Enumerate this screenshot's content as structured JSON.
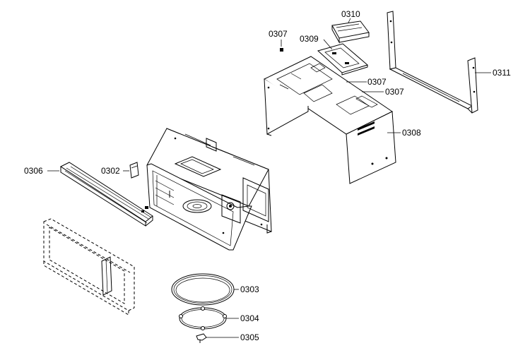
{
  "diagram": {
    "labels": {
      "p0302": "0302",
      "p0303": "0303",
      "p0304": "0304",
      "p0305": "0305",
      "p0306": "0306",
      "p0307a": "0307",
      "p0307b": "0307",
      "p0307c": "0307",
      "p0308": "0308",
      "p0309": "0309",
      "p0310": "0310",
      "p0311": "0311"
    }
  }
}
